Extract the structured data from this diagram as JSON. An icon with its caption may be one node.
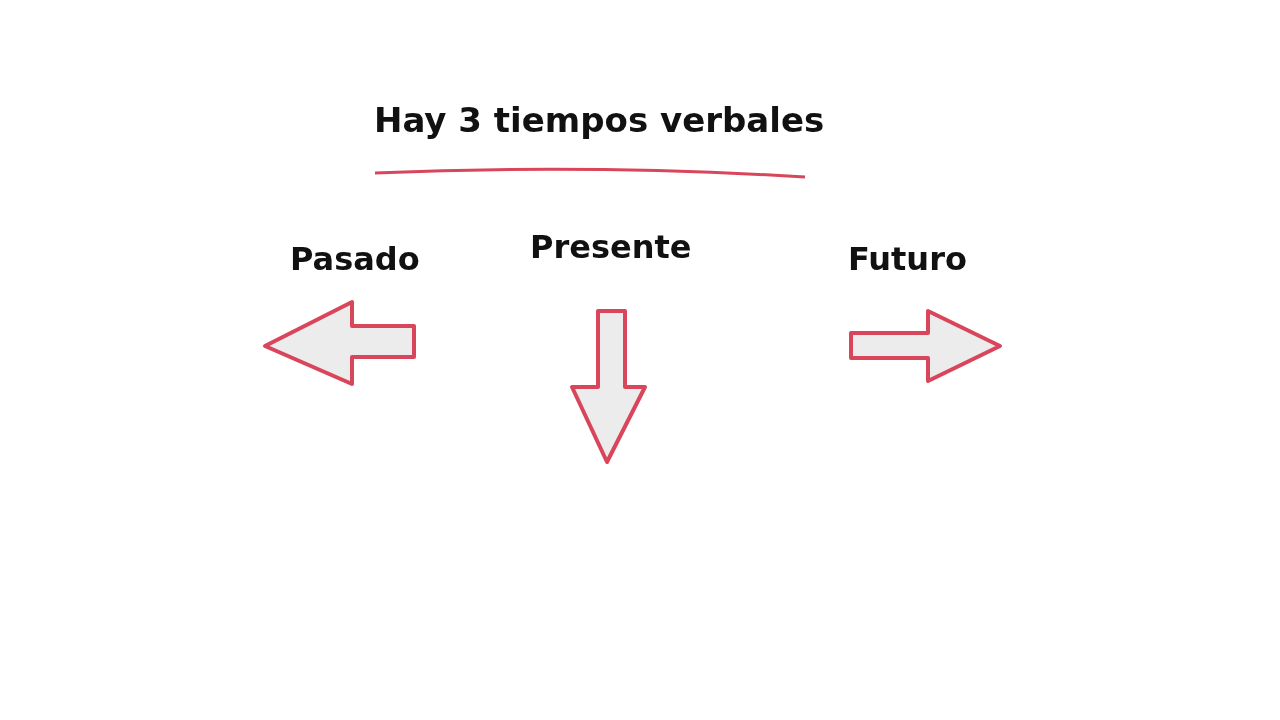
{
  "diagram": {
    "title": "Hay 3 tiempos verbales",
    "labels": [
      "Pasado",
      "Presente",
      "Futuro"
    ]
  }
}
